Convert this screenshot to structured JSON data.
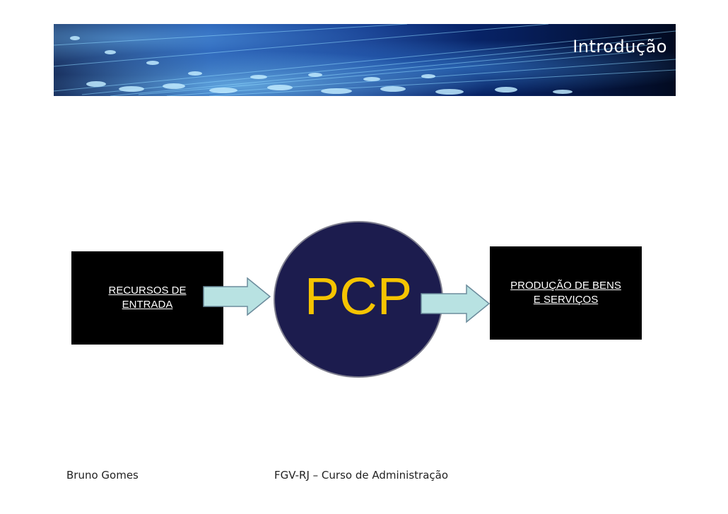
{
  "header": {
    "title": "Introdução"
  },
  "diagram": {
    "input_box": {
      "line1": "RECURSOS DE",
      "line2": "ENTRADA"
    },
    "center_node": {
      "label": "PCP"
    },
    "output_box": {
      "line1": "PRODUÇÃO DE BENS",
      "line2": "E SERVIÇOS"
    }
  },
  "footer": {
    "author": "Bruno Gomes",
    "institution": "FGV-RJ – Curso de Administração"
  },
  "colors": {
    "box_background": "#000000",
    "node_fill": "#1c1c4e",
    "node_label": "#f5c400",
    "arrow_fill": "#b8e2e2"
  }
}
